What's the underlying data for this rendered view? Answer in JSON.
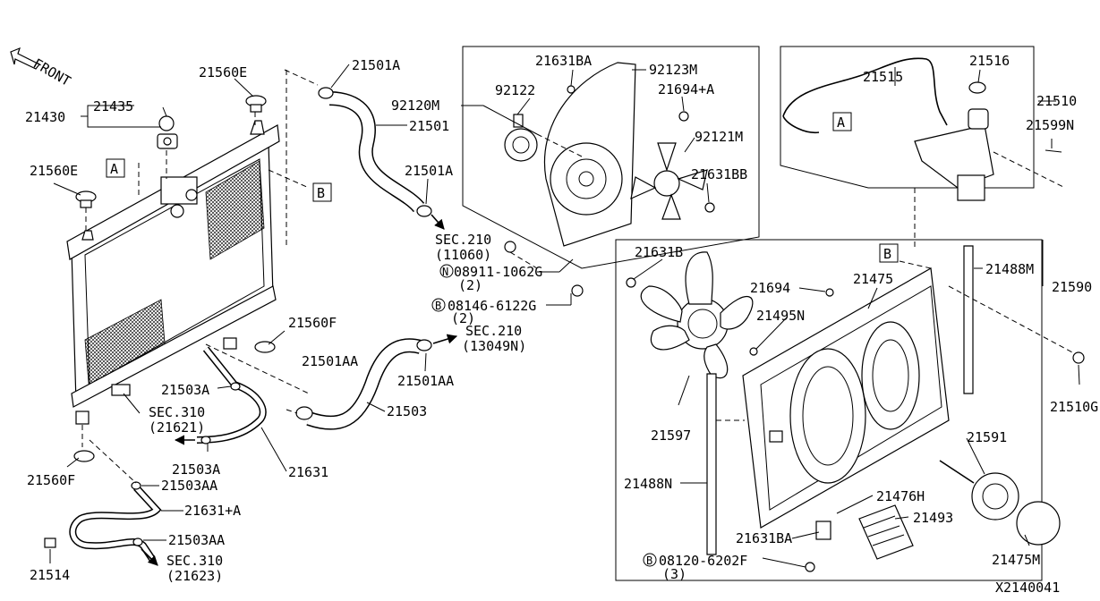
{
  "diagram_id": "X2140041",
  "front_label": "FRONT",
  "callouts": {
    "c21560E_top": "21560E",
    "c21501A_top": "21501A",
    "c21430": "21430",
    "c21435": "21435",
    "c92120M": "92120M",
    "c21501": "21501",
    "c21560E_left": "21560E",
    "c21501A_mid": "21501A",
    "c21560F_mid": "21560F",
    "c21501AA_left": "21501AA",
    "c21503A_top": "21503A",
    "c21501AA_right": "21501AA",
    "c21503": "21503",
    "c21631": "21631",
    "c21503A_bot": "21503A",
    "c21560F_bot": "21560F",
    "c21503AA_top": "21503AA",
    "c21631A": "21631+A",
    "c21503AA_bot": "21503AA",
    "c21514": "21514",
    "c21631BA_top": "21631BA",
    "c92123M": "92123M",
    "c92122": "92122",
    "c21694A": "21694+A",
    "c92121M": "92121M",
    "c21631BB": "21631BB",
    "c21516": "21516",
    "c21510": "21510",
    "c21515": "21515",
    "c21599N": "21599N",
    "c21631B": "21631B",
    "c21694": "21694",
    "c21475": "21475",
    "c21488M": "21488M",
    "c21590": "21590",
    "c21495N": "21495N",
    "c21510G": "21510G",
    "c21597": "21597",
    "c21591": "21591",
    "c21488N": "21488N",
    "c21476H": "21476H",
    "c21493": "21493",
    "c21631BA_bot": "21631BA",
    "c21475M": "21475M"
  },
  "sections": {
    "sec210_a_1": "SEC.210",
    "sec210_a_2": "(11060)",
    "sec210_b_1": "SEC.210",
    "sec210_b_2": "(13049N)",
    "sec310_a_1": "SEC.310",
    "sec310_a_2": "(21621)",
    "sec310_b_1": "SEC.310",
    "sec310_b_2": "(21623)"
  },
  "fasteners": {
    "n_prefix": "N",
    "n_part": "08911-1062G",
    "n_qty": "(2)",
    "b1_prefix": "B",
    "b1_part": "08146-6122G",
    "b1_qty": "(2)",
    "b2_prefix": "B",
    "b2_part": "08120-6202F",
    "b2_qty": "(3)"
  },
  "ref_markers": {
    "a1": "A",
    "a2": "A",
    "b1": "B",
    "b2": "B"
  }
}
